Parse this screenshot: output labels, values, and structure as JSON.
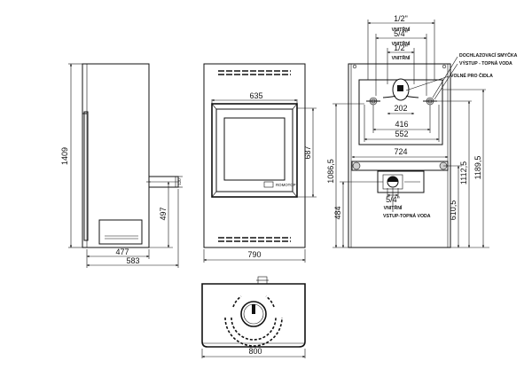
{
  "side_view": {
    "height": "1409",
    "depth_inner": "477",
    "depth_total": "583",
    "connection_height": "497",
    "pipe_size": "120"
  },
  "front_view": {
    "door_width": "635",
    "door_height": "687",
    "total_width": "790",
    "logo_text": "ROMOTOP"
  },
  "top_view": {
    "width": "800"
  },
  "rear_view": {
    "half_inch_top": "1/2\"",
    "label_inner_1": "VNITŘNÍ",
    "five_quarter_top": "5/4\"",
    "label_inner_2": "VNITŘNÍ",
    "half_inch_mid": "1/2\"",
    "label_inner_3": "VNITŘNÍ",
    "spacing_202": "202",
    "spacing_416": "416",
    "spacing_552": "552",
    "spacing_724": "724",
    "five_quarter_bottom": "5/4\"",
    "label_inner_bottom": "VNITŘNÍ",
    "callout_loop": "DOCHLAZOVACÍ SMYČKA",
    "callout_outlet": "VÝSTUP - TOPNÁ VODA",
    "callout_sensor": "VOLNÉ PRO ČIDLA",
    "callout_bottom": "VSTUP-TOPNÁ VODA",
    "height_484": "484",
    "height_1086": "1086,5",
    "height_610": "610,5",
    "height_1112": "1112,5",
    "height_1189": "1189,5"
  }
}
